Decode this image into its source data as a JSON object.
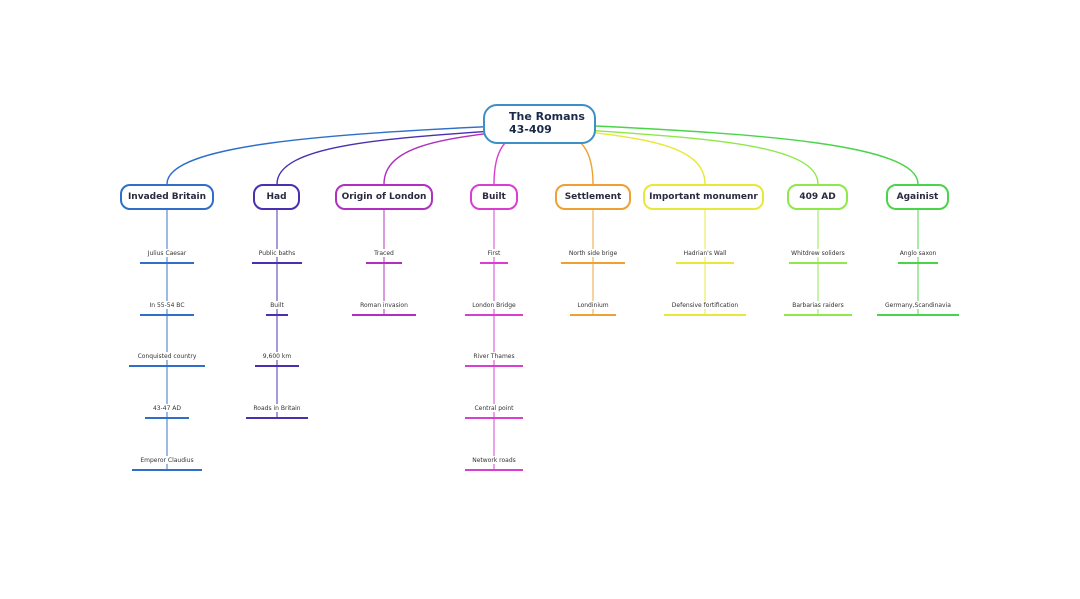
{
  "root": {
    "line1": "The Romans",
    "line2": "43-409"
  },
  "branches": [
    {
      "label": "Invaded Britain",
      "color": "#2f6fc9",
      "items": [
        "Julius Caesar",
        "In 55-54 BC",
        "Conquisted country",
        "43-47 AD",
        "Emperor Claudius"
      ]
    },
    {
      "label": "Had",
      "color": "#4a2fb0",
      "items": [
        "Public baths",
        "Built",
        "9,600 km",
        "Roads in Britain"
      ]
    },
    {
      "label": "Origin of London",
      "color": "#b02fbf",
      "items": [
        "Traced",
        "Roman invasion"
      ]
    },
    {
      "label": "Built",
      "color": "#d83fd0",
      "items": [
        "First",
        "London Bridge",
        "River Thames",
        "Central point",
        "Network roads"
      ]
    },
    {
      "label": "Settlement",
      "color": "#eea033",
      "items": [
        "North side brige",
        "Londinium"
      ]
    },
    {
      "label": "Important monumenr",
      "color": "#e8e83a",
      "items": [
        "Hadrian's Wall",
        "Defensive fortification"
      ]
    },
    {
      "label": "409 AD",
      "color": "#8ee84a",
      "items": [
        "Whitdrew soliders",
        "Barbarias raiders"
      ]
    },
    {
      "label": "Againist",
      "color": "#4ad44a",
      "items": [
        "Anglo saxon",
        "Germany,Scandinavia"
      ]
    }
  ]
}
